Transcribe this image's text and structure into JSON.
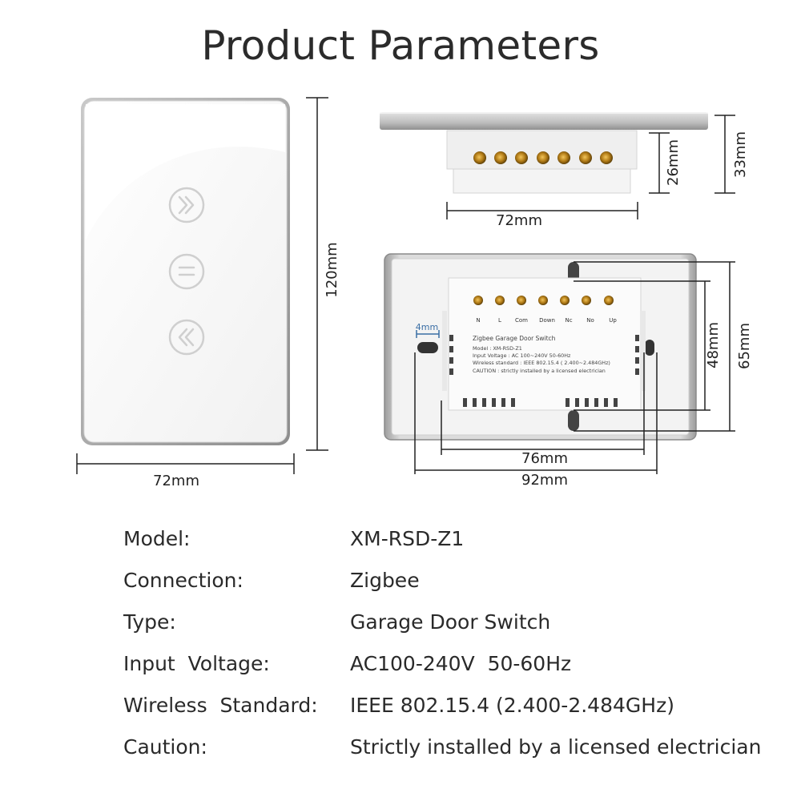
{
  "title": "Product Parameters",
  "dimensions": {
    "front_height": "120mm",
    "front_width": "72mm",
    "side_width": "72mm",
    "side_depth_body": "26mm",
    "side_depth_total": "33mm",
    "back_hole_gap": "4mm",
    "back_width_inner": "76mm",
    "back_width_outer": "92mm",
    "back_height_inner": "48mm",
    "back_height_outer": "65mm"
  },
  "terminals": [
    "N",
    "L",
    "Com",
    "Down",
    "Nc",
    "No",
    "Up"
  ],
  "module_label": {
    "name": "Zigbee Garage Door Switch",
    "model": "Model : XM-RSD-Z1",
    "voltage": "Input Voltage : AC 100~240V  50-60Hz",
    "wireless": "Wireless standard : IEEE 802.15.4    ( 2.400~2.484GHz)",
    "caution": "CAUTION : strictly installed by a licensed electrician"
  },
  "buttons": [
    "up-arrows-icon",
    "stop-icon",
    "down-arrows-icon"
  ],
  "specs": [
    {
      "label": "Model:",
      "value": "XM-RSD-Z1"
    },
    {
      "label": "Connection:",
      "value": "Zigbee"
    },
    {
      "label": "Type:",
      "value": "Garage Door Switch"
    },
    {
      "label": "Input  Voltage:",
      "value": "AC100-240V  50-60Hz"
    },
    {
      "label": "Wireless  Standard:",
      "value": "IEEE 802.15.4 (2.400-2.484GHz)"
    },
    {
      "label": "Caution:",
      "value": "Strictly installed by a licensed electrician"
    }
  ],
  "colors": {
    "accent_dim": "#3a6ea5",
    "panel": "#f7f7f7",
    "frame": "#9a9a9a"
  }
}
